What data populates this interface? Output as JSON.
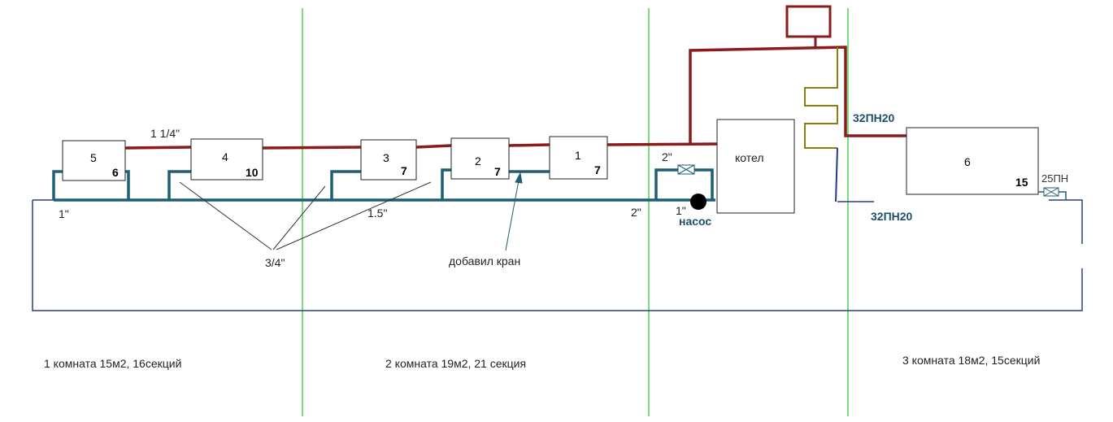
{
  "colors": {
    "supply": "#8b1a1a",
    "return": "#1f5e73",
    "return_dark": "#233a8c",
    "room_divider": "#4cd04c",
    "expansion": "#8b7d10",
    "outline": "#2a3f7a"
  },
  "radiators": [
    {
      "label": "5",
      "sections": "6"
    },
    {
      "label": "4",
      "sections": "10"
    },
    {
      "label": "3",
      "sections": "7"
    },
    {
      "label": "2",
      "sections": "7"
    },
    {
      "label": "1",
      "sections": "7"
    },
    {
      "label": "6",
      "sections": "15"
    }
  ],
  "boiler": {
    "label": "котел"
  },
  "pump": {
    "label": "насос"
  },
  "pipe_labels": {
    "supply_main": "1 1/4\"",
    "return_1": "1\"",
    "return_15": "1.5\"",
    "branches": "3/4\"",
    "bypass_top": "2\"",
    "bypass_left": "2\"",
    "pump_inlet": "1\"",
    "pn_supply": "32ПН20",
    "pn_return": "32ПН20",
    "pn_small": "25ПН"
  },
  "notes": {
    "valve_added": "добавил кран"
  },
  "rooms": [
    {
      "label": "1 комната 15м2, 16секций"
    },
    {
      "label": "2 комната 19м2, 21 секция"
    },
    {
      "label": "3 комната 18м2, 15секций"
    }
  ]
}
